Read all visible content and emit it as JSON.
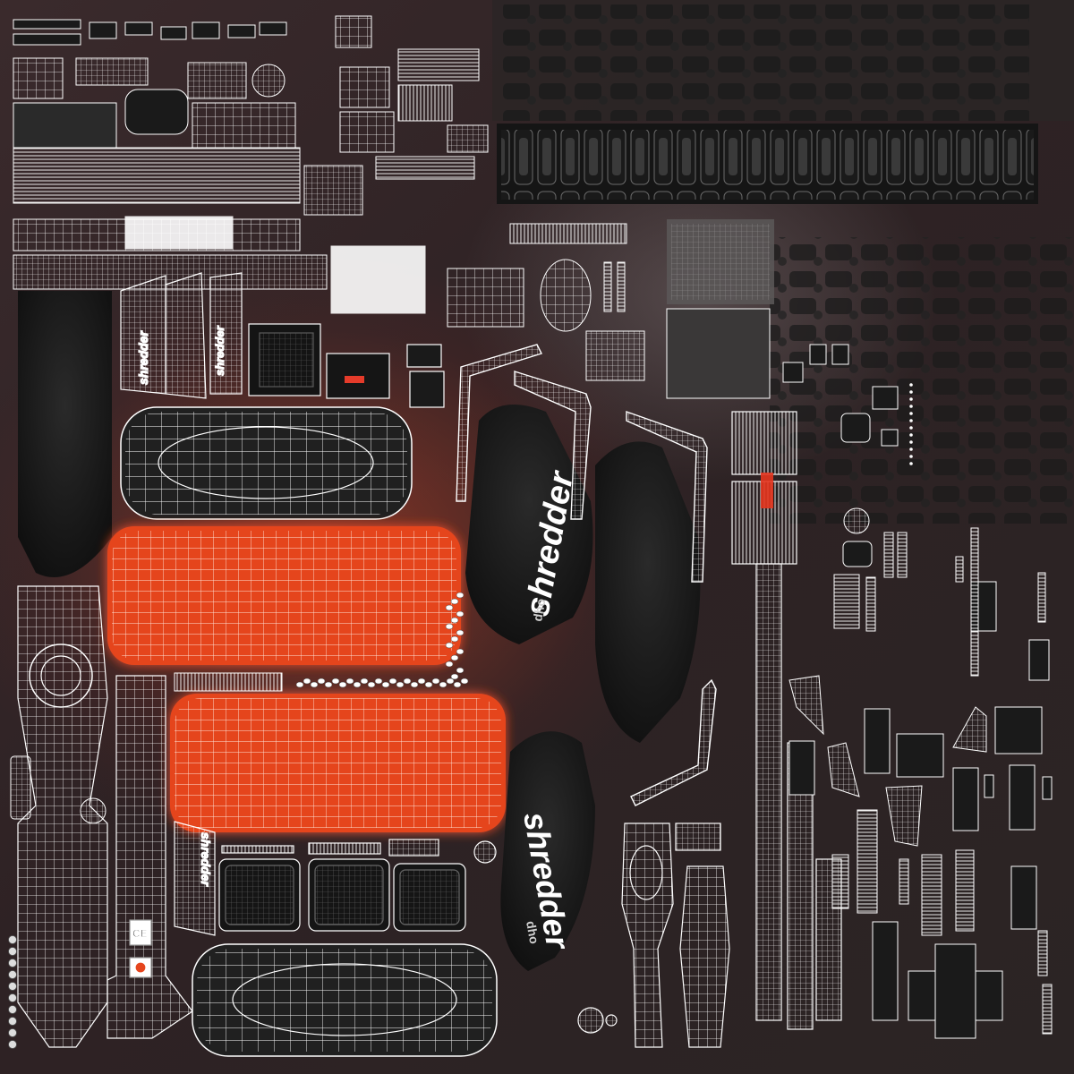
{
  "texture": {
    "background_color": "#2e2224",
    "glow_color": "#e5451e",
    "wire_color": "#ffffff",
    "shell_color": "#111111",
    "label_orange": "#e5451e"
  },
  "decals": {
    "brand_text": "shredder",
    "badge_text": "dho",
    "ce_mark": "CE"
  }
}
